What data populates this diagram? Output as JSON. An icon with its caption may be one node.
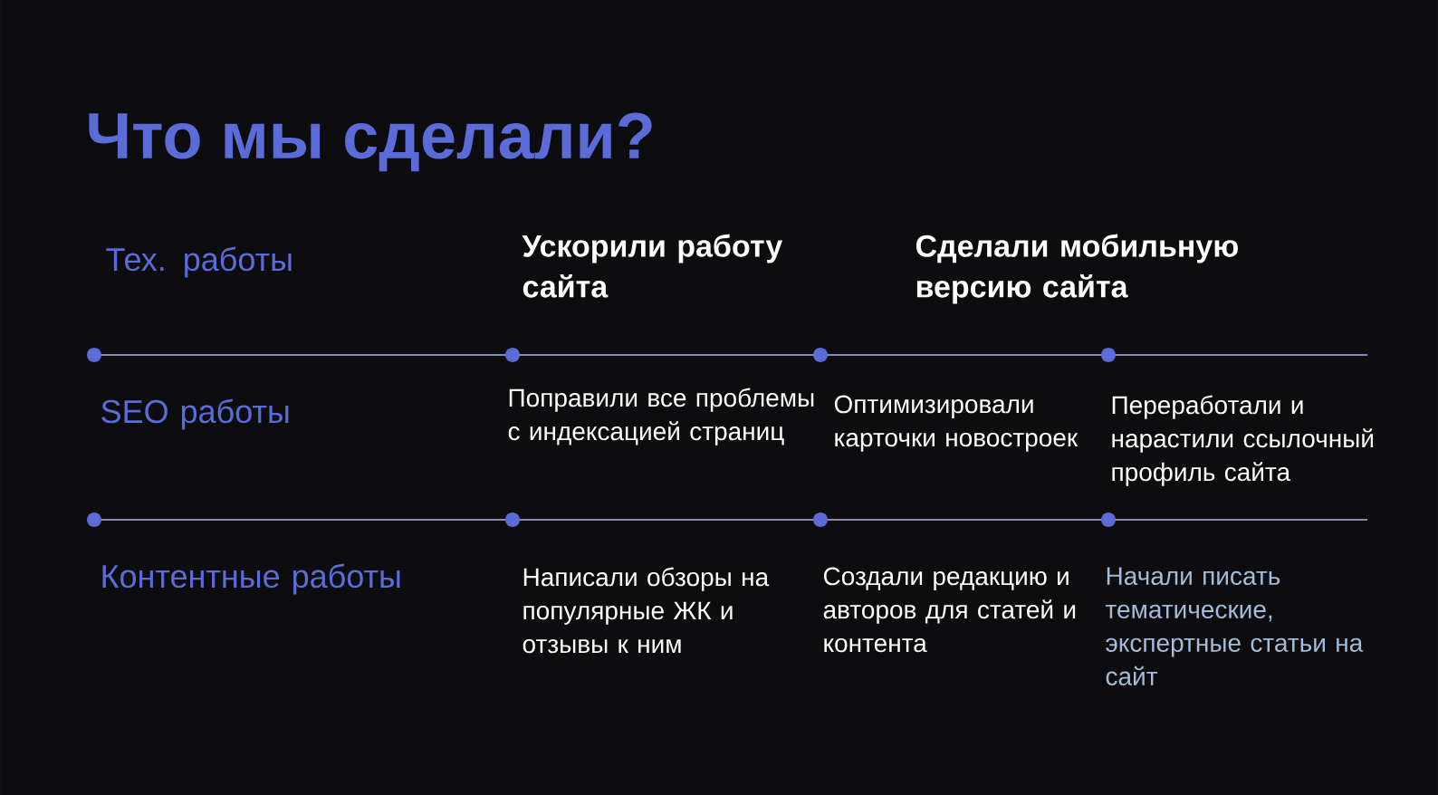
{
  "diagram": {
    "title": "Что мы сделали?",
    "labels": [
      "Тех. работы",
      "Ускорили работу сайта",
      "Сделали мобильную версию сайта",
      "SEO работы",
      "Поправили все проблемы с индексацией страниц",
      "Оптимизировали карточки новостроек",
      "Переработали и нарастили ссылочный профиль сайта",
      "Контентные работы",
      "Написали обзоры на популярные ЖК и отзывы к ним",
      "Создали редакцию и авторов для статей и контента",
      "Начали писать тематические, экспертные статьи на сайт"
    ]
  }
}
